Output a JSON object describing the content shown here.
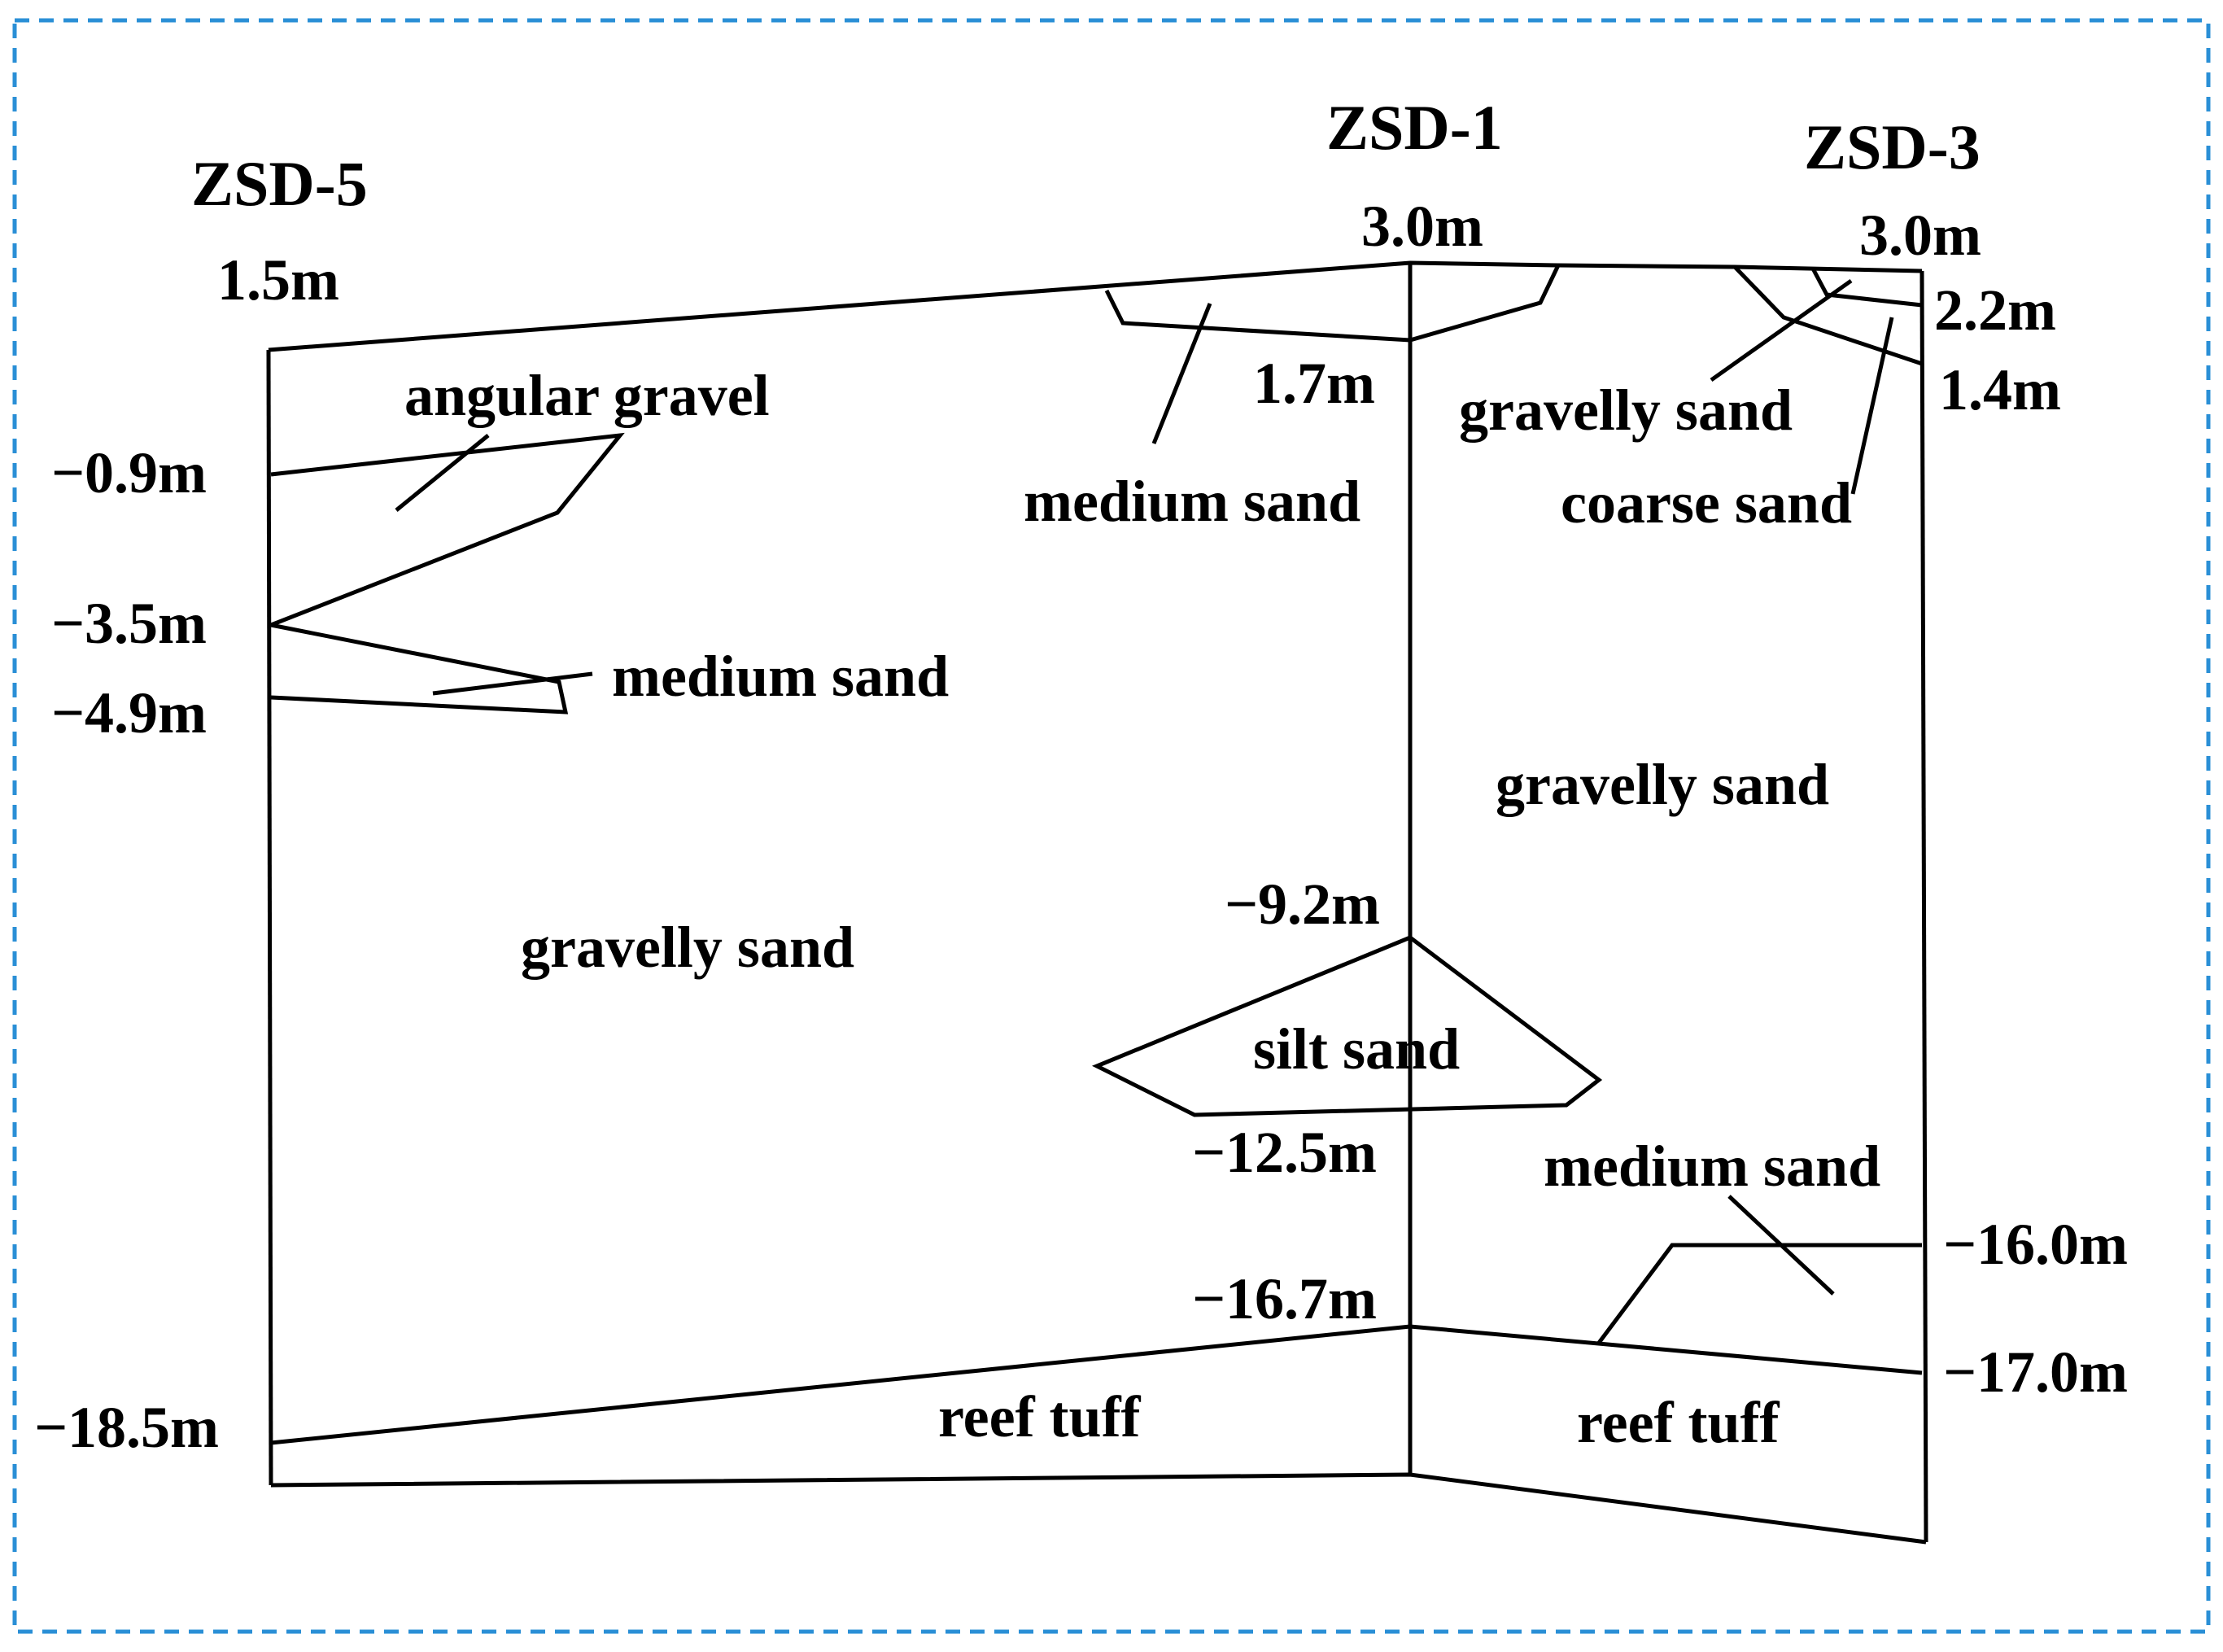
{
  "colors": {
    "frame_border": "#2a8fd6",
    "lines": "#000000",
    "text": "#000000"
  },
  "boreholes": [
    {
      "name": "ZSD-5",
      "top": "1.5m"
    },
    {
      "name": "ZSD-1",
      "top": "3.0m"
    },
    {
      "name": "ZSD-3",
      "top": "3.0m"
    }
  ],
  "depth_labels": {
    "zsd5": [
      "−0.9m",
      "−3.5m",
      "−4.9m",
      "−18.5m"
    ],
    "zsd1": [
      "1.7m",
      "−9.2m",
      "−12.5m",
      "−16.7m"
    ],
    "zsd3": [
      "2.2m",
      "1.4m",
      "−16.0m",
      "−17.0m"
    ]
  },
  "layers": {
    "angular_gravel": "angular gravel",
    "medium_sand_left": "medium sand",
    "gravelly_sand_left": "gravelly sand",
    "medium_sand_top": "medium sand",
    "gravelly_sand_top": "gravelly sand",
    "coarse_sand": "coarse sand",
    "gravelly_sand_right": "gravelly sand",
    "silt_sand": "silt sand",
    "medium_sand_right": "medium sand",
    "reef_tuff_left": "reef tuff",
    "reef_tuff_right": "reef tuff"
  }
}
